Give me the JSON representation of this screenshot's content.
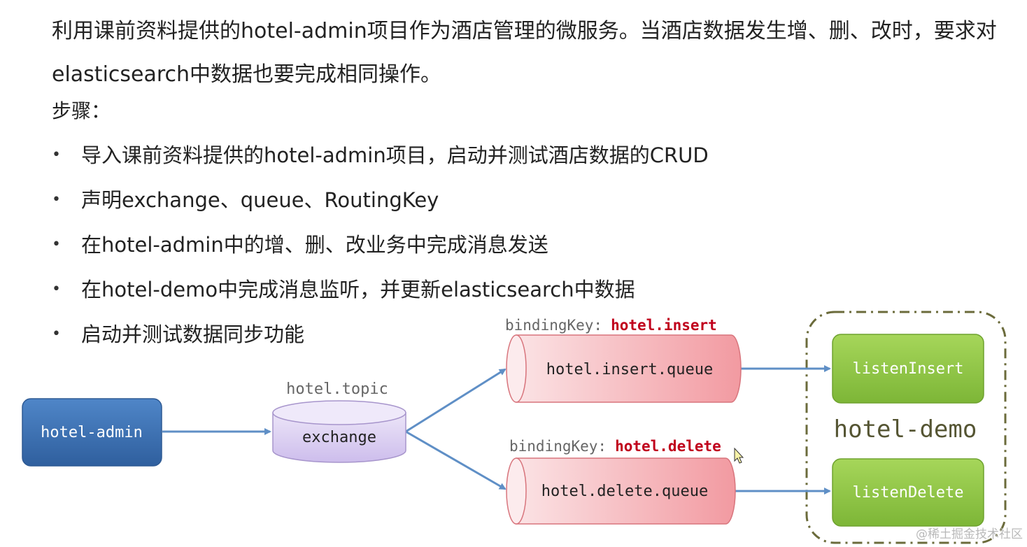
{
  "intro": {
    "line1": "利用课前资料提供的hotel-admin项目作为酒店管理的微服务。当酒店数据发生增、删、改时，要求对",
    "line2": "elasticsearch中数据也要完成相同操作。"
  },
  "steps_title": "步骤：",
  "steps": [
    "导入课前资料提供的hotel-admin项目，启动并测试酒店数据的CRUD",
    "声明exchange、queue、RoutingKey",
    "在hotel-admin中的增、删、改业务中完成消息发送",
    "在hotel-demo中完成消息监听，并更新elasticsearch中数据",
    "启动并测试数据同步功能"
  ],
  "bullet_glyph": "•",
  "diagram": {
    "publisher": "hotel-admin",
    "exchange_name": "hotel.topic",
    "exchange_label": "exchange",
    "binding_prefix": "bindingKey:",
    "insert_key": "hotel.insert",
    "delete_key": "hotel.delete",
    "insert_queue": "hotel.insert.queue",
    "delete_queue": "hotel.delete.queue",
    "consumer_group": "hotel-demo",
    "listen_insert": "listenInsert",
    "listen_delete": "listenDelete"
  },
  "colors": {
    "publisher": "#3f75b6",
    "exchange": "#d9cdf0",
    "queue": "#f2a6ab",
    "listener": "#8cc43e",
    "arrow": "#5f8fc6",
    "key_red": "#c0001c",
    "group_border": "#6b6b3b"
  },
  "watermark": "@稀土掘金技术社区"
}
